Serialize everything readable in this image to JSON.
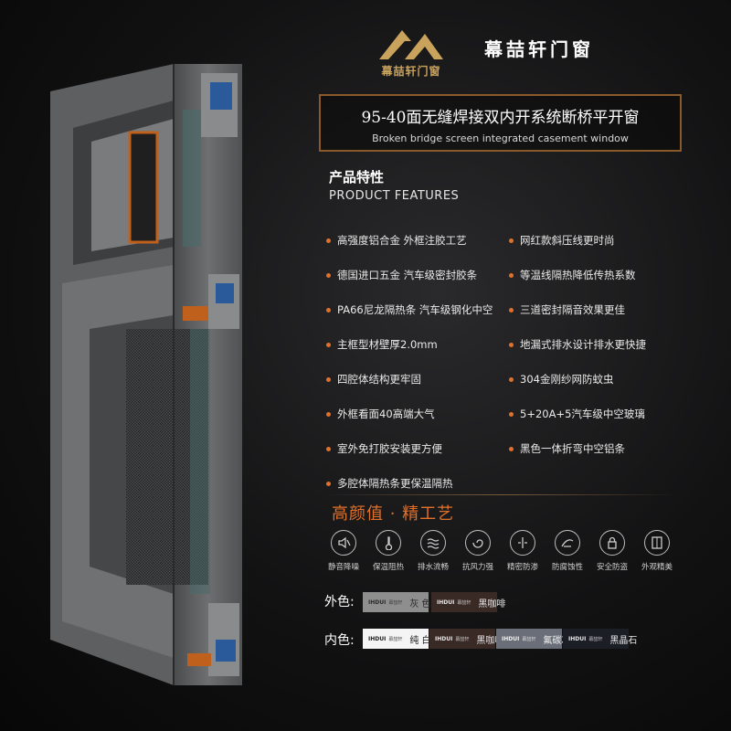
{
  "brand": {
    "name": "幕喆轩门窗",
    "company": "幕喆轩门窗",
    "gold": "#c9a25b"
  },
  "title": {
    "zh": "95-40面无缝焊接双内开系统断桥平开窗",
    "en": "Broken bridge screen integrated casement window",
    "border_color": "#8a5a2a"
  },
  "features": {
    "heading_zh": "产品特性",
    "heading_en": "PRODUCT FEATURES",
    "bullet_color": "#e0702a",
    "left": [
      "高强度铝合金 外框注胶工艺",
      "德国进口五金 汽车级密封胶条",
      "PA66尼龙隔热条 汽车级钢化中空",
      "主框型材壁厚2.0mm",
      "四腔体结构更牢固",
      "外框看面40高端大气",
      "室外免打胶安装更方便",
      "多腔体隔热条更保温隔热"
    ],
    "right": [
      "网红款斜压线更时尚",
      "等温线隔热降低传热系数",
      "三道密封隔音效果更佳",
      "地漏式排水设计排水更快捷",
      "304金刚纱网防蚊虫",
      "5+20A+5汽车级中空玻璃",
      "黑色一体折弯中空铝条"
    ]
  },
  "slogan": "高颜值 · 精工艺",
  "benefits": [
    {
      "label": "静音降噪",
      "icon": "mute-icon"
    },
    {
      "label": "保温阻热",
      "icon": "thermometer-icon"
    },
    {
      "label": "排水流畅",
      "icon": "water-icon"
    },
    {
      "label": "抗风力强",
      "icon": "wind-icon"
    },
    {
      "label": "精密防渗",
      "icon": "seal-icon"
    },
    {
      "label": "防腐蚀性",
      "icon": "anticorrosion-icon"
    },
    {
      "label": "安全防盗",
      "icon": "lock-icon"
    },
    {
      "label": "外观精美",
      "icon": "window-icon"
    }
  ],
  "colors": {
    "outer_label": "外色:",
    "inner_label": "内色:",
    "swatch_logo": "IHDUI",
    "swatch_brand": "幕喆轩",
    "outer": [
      {
        "name": "灰  色",
        "bg": "#8e8e8e",
        "fg": "#2a2a2a"
      },
      {
        "name": "黑咖啡",
        "bg": "#3a2a26",
        "fg": "#e6e6e6"
      }
    ],
    "inner": [
      {
        "name": "纯  白",
        "bg": "#f4f4f4",
        "fg": "#222222"
      },
      {
        "name": "黑咖啡",
        "bg": "#3a2a26",
        "fg": "#e6e6e6"
      },
      {
        "name": "氟碳灰",
        "bg": "#6a6e78",
        "fg": "#f0f0f0"
      },
      {
        "name": "黑晶石",
        "bg": "#1c1e26",
        "fg": "#e6e6e6"
      }
    ]
  }
}
